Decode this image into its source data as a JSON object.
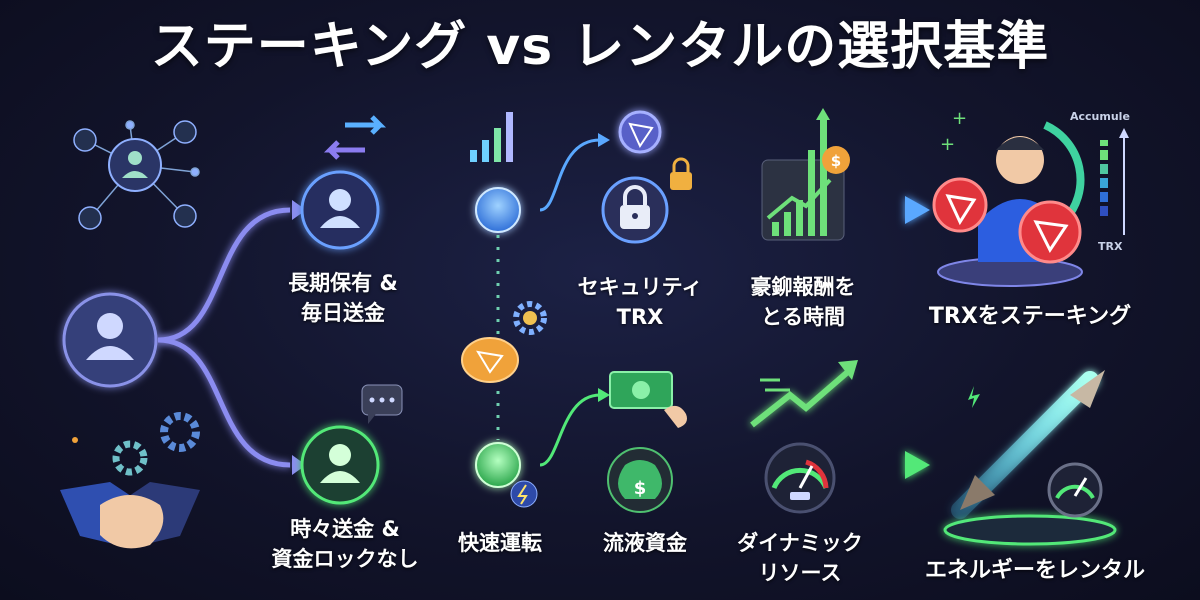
{
  "title": "ステーキング vs レンタルの選択基準",
  "top_path": {
    "user_label": "長期保有 &\n毎日送金",
    "security_label": "セキュリティ\nTRX",
    "reward_label": "豪鉚報酬を\nとる時間",
    "result_label": "TRXをステーキング",
    "meter_top": "Accumule",
    "meter_bottom": "TRX"
  },
  "bottom_path": {
    "user_label": "時々送金 &\n資金ロックなし",
    "fast_label": "快速運転",
    "liquid_label": "流液資金",
    "dynamic_label": "ダイナミック\nリソース",
    "result_label": "エネルギーをレンタル",
    "coin_symbol": "$"
  },
  "colors": {
    "top_flow": "#5aa8ff",
    "bottom_flow": "#52e878",
    "tron_red": "#e0343c",
    "gold": "#f0a23a"
  }
}
